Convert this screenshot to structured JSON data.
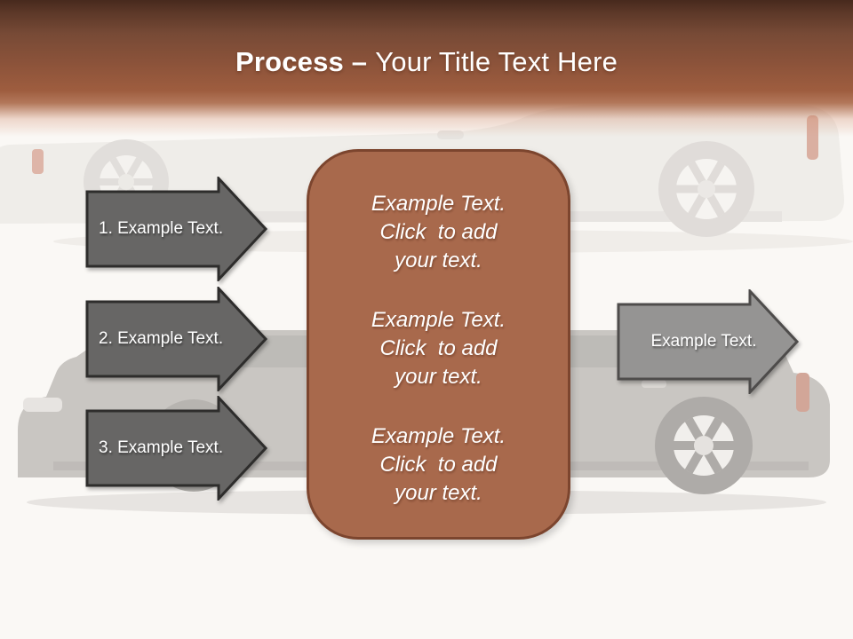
{
  "title": {
    "bold_part": "Process –",
    "regular_part": "Your Title Text Here"
  },
  "steps": [
    {
      "label": "1. Example Text."
    },
    {
      "label": "2. Example Text."
    },
    {
      "label": "3. Example Text."
    }
  ],
  "center_box": {
    "blocks": [
      {
        "lines": [
          "Example Text.",
          "Click  to add",
          "your text."
        ]
      },
      {
        "lines": [
          "Example Text.",
          "Click  to add",
          "your text."
        ]
      },
      {
        "lines": [
          "Example Text.",
          "Click  to add",
          "your text."
        ]
      }
    ]
  },
  "result_arrow": {
    "label": "Example Text."
  },
  "colors": {
    "header_top": "#47291d",
    "header_mid": "#9e5d3f",
    "slide_background": "#faf8f5",
    "box_fill": "#a8694c",
    "box_border": "#7c452e",
    "step_arrow_fill": "#676665",
    "step_arrow_border": "#2e2d2c",
    "result_arrow_fill": "#959493",
    "result_arrow_border": "#4e4c4b",
    "text": "#ffffff"
  }
}
